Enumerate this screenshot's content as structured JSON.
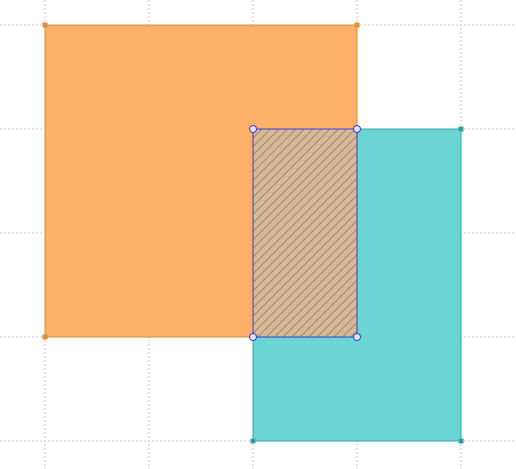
{
  "canvas": {
    "background": "#ffffff",
    "grid_color": "#c9c9c9",
    "grid_style": "dotted"
  },
  "shapes": {
    "orange_rectangle": {
      "fill": "#fdb068",
      "stroke": "#d98c3c",
      "handle_shape": "square",
      "handle_color": "#f28c28",
      "state": "unselected"
    },
    "teal_rectangle": {
      "fill": "#6bd4d4",
      "stroke": "#3aa6a6",
      "handle_shape": "square",
      "handle_color": "#2b9a9a",
      "state": "unselected"
    },
    "intersection_region": {
      "pattern": "diagonal-hatch",
      "base_fill": "#d9b892",
      "hatch_color": "#8a8a8a",
      "stroke": "#3b3bd6",
      "handle_shape": "circle",
      "handle_fill": "#dfe3ff",
      "handle_stroke": "#3b3bd6",
      "state": "selected"
    }
  }
}
